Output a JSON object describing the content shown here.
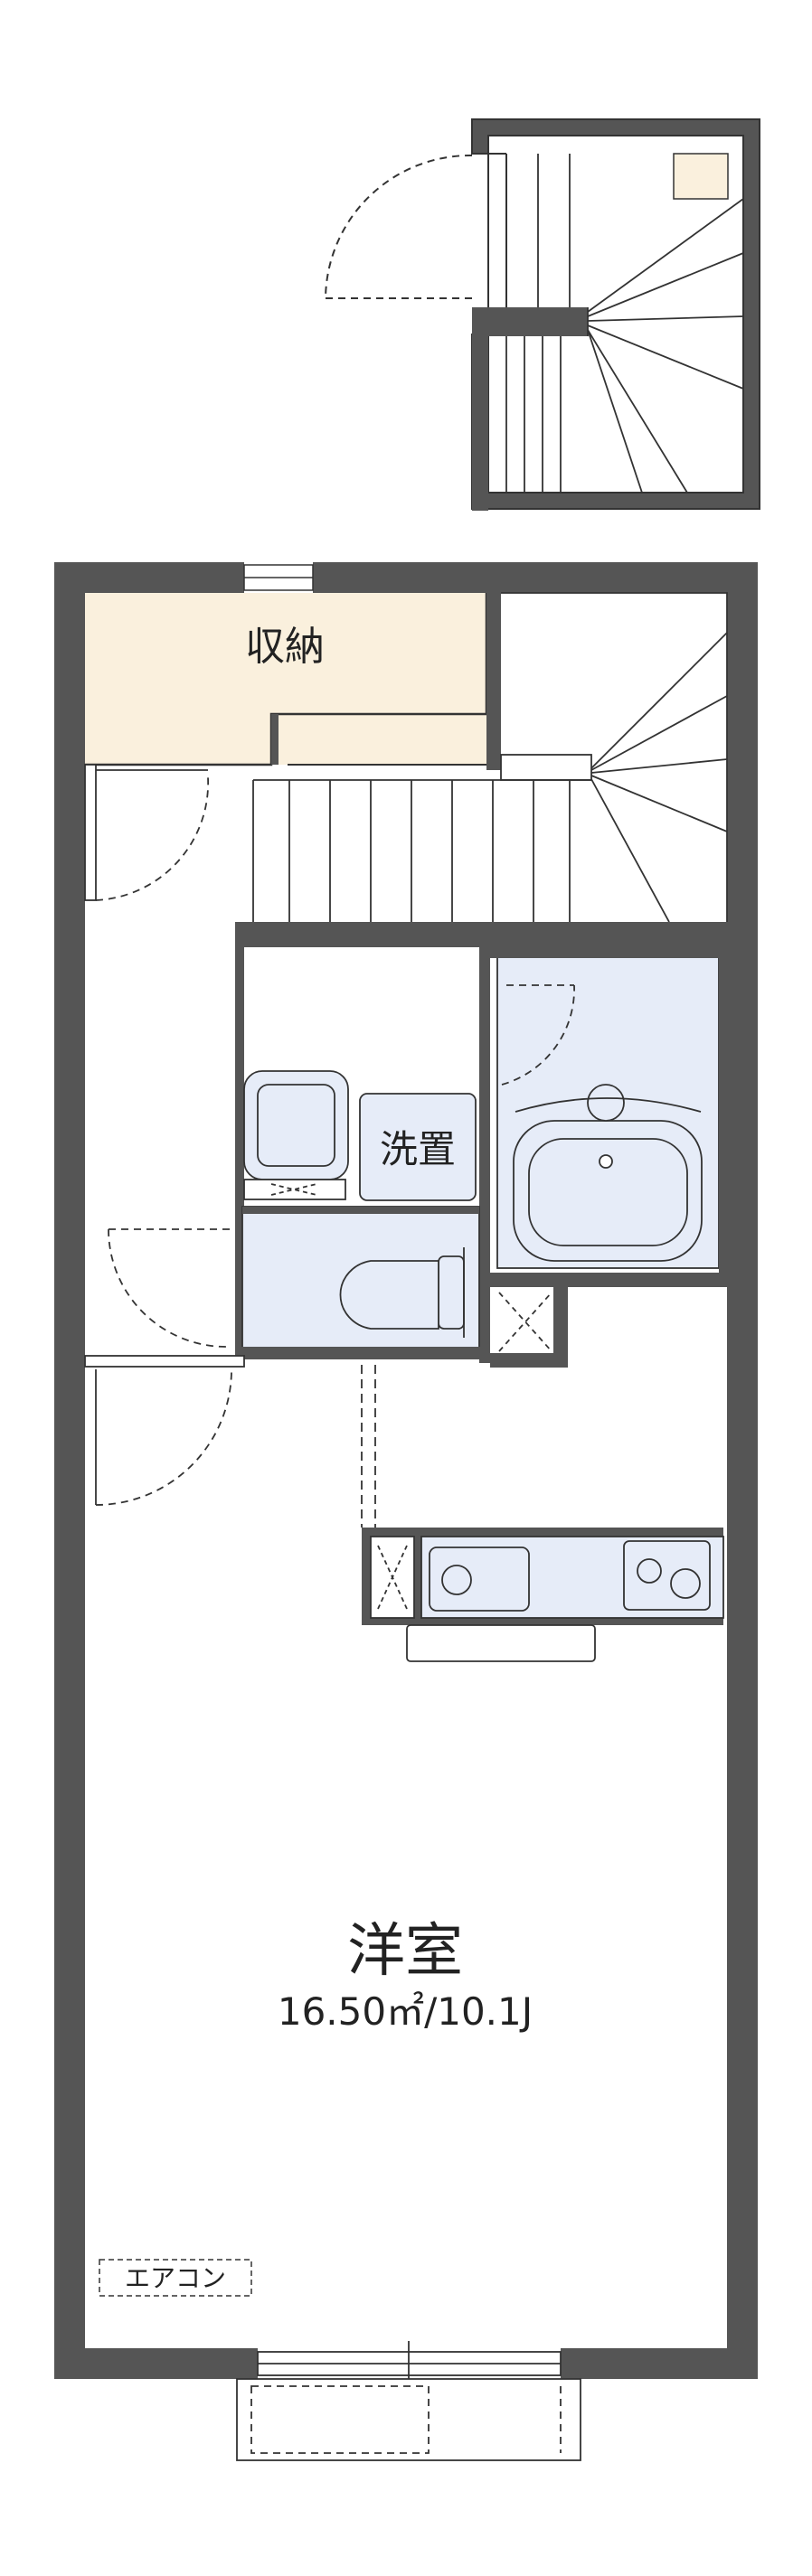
{
  "rooms": {
    "storage": "収納",
    "laundry": "洗置",
    "western_room": "洋室",
    "western_room_area": "16.50㎡/10.1J"
  },
  "fixtures": {
    "aircon": "エアコン"
  },
  "colors": {
    "wall": "#555555",
    "storage_fill": "#faf0dd",
    "fixture_fill": "#e6ecf8",
    "line": "#333333"
  }
}
